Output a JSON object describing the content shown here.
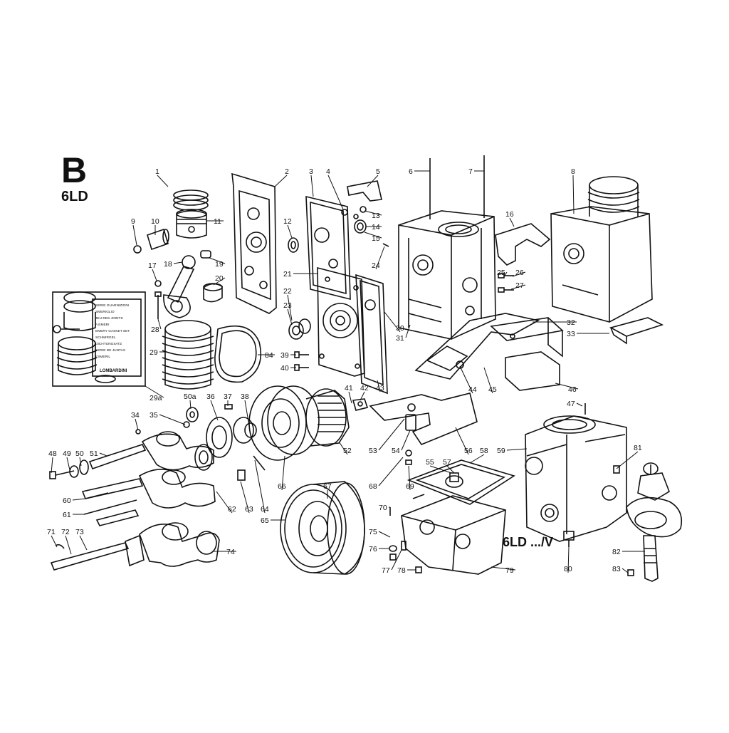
{
  "header": {
    "section_letter": "B",
    "model": "6LD"
  },
  "variant_label": "6LD .../V",
  "gasket_kit_card": {
    "lines": [
      "SERIE GUARNIZIONI",
      "SMERIGLIO",
      "JEU DES JOINTS",
      "A EMERI",
      "EMERY GASKET SET",
      "SCHMIRGEL",
      "DICHTUNGSATZ",
      "SERIE DE JUNTAS",
      "ESMERIL"
    ],
    "brand": "LOMBARDINI"
  },
  "callouts": [
    "1",
    "2",
    "3",
    "4",
    "5",
    "6",
    "7",
    "8",
    "9",
    "10",
    "11",
    "12",
    "13",
    "14",
    "15",
    "16",
    "17",
    "18",
    "19",
    "20",
    "21",
    "22",
    "23",
    "24",
    "25",
    "26",
    "27",
    "28",
    "29",
    "29a",
    "30",
    "31",
    "32",
    "33",
    "34",
    "35",
    "36",
    "37",
    "38",
    "39",
    "40",
    "41",
    "42",
    "43",
    "44",
    "45",
    "46",
    "47",
    "48",
    "49",
    "50",
    "50a",
    "51",
    "52",
    "53",
    "54",
    "55",
    "56",
    "57",
    "58",
    "59",
    "60",
    "61",
    "62",
    "63",
    "64",
    "65",
    "66",
    "67",
    "68",
    "69",
    "70",
    "71",
    "72",
    "73",
    "74",
    "75",
    "76",
    "77",
    "78",
    "79",
    "80",
    "81",
    "82",
    "83",
    "84"
  ]
}
